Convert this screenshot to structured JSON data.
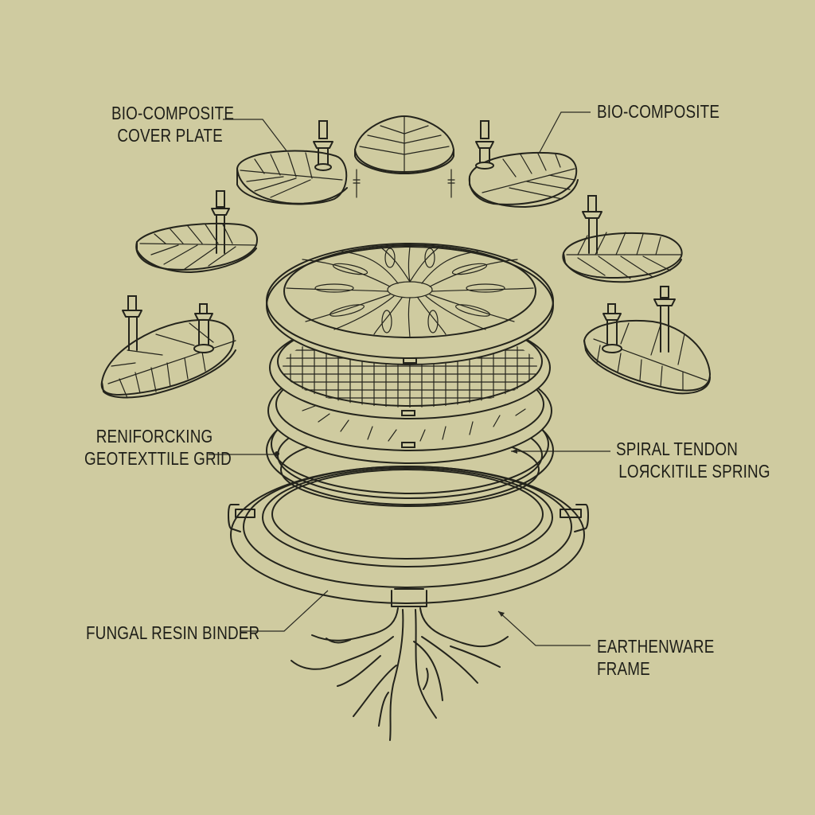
{
  "diagram": {
    "type": "exploded-view technical illustration",
    "subject": "bio-composite manhole cover assembly",
    "background_color": "#cfcba0",
    "ink_color": "#24241c"
  },
  "labels": {
    "cover_plate": {
      "line1": "BIO-COMPOSITE",
      "line2": "COVER PLATE"
    },
    "bio_composite": {
      "line1": "BIO-COMPOSITE"
    },
    "geotextile": {
      "line1": "RENIFORCKING",
      "line2": "GEOTEXTTILE GRID"
    },
    "spiral": {
      "line1": "SPIRAL TENDON",
      "line2": "LOЯCKITILE SPRING"
    },
    "fungal": {
      "line1": "FUNGAL RESIN BINDER"
    },
    "earthenware": {
      "line1": "EARTHENWARE",
      "line2": "FRAME"
    }
  },
  "components": [
    {
      "id": "leaf-plate-top-left",
      "description": "leaf-veined bio-composite plate with threaded bolt"
    },
    {
      "id": "leaf-plate-top-center",
      "description": "leaf-veined dome plate"
    },
    {
      "id": "leaf-plate-top-right",
      "description": "leaf-veined bio-composite plate with threaded bolt"
    },
    {
      "id": "leaf-plate-mid-left",
      "description": "leaf-veined plate with bolt"
    },
    {
      "id": "leaf-plate-mid-right",
      "description": "leaf-veined plate with bolt"
    },
    {
      "id": "leaf-plate-low-left",
      "description": "leaf plate with two bolts"
    },
    {
      "id": "leaf-plate-low-right",
      "description": "leaf plate with two bolts"
    },
    {
      "id": "cover-disc",
      "description": "ornate radial leaf pattern cover"
    },
    {
      "id": "geotextile-grid",
      "description": "grid mesh layer"
    },
    {
      "id": "spiral-ring",
      "description": "ring with radial tendon spokes"
    },
    {
      "id": "spring-ring",
      "description": "lock spring ring"
    },
    {
      "id": "earthenware-frame",
      "description": "outer frame with side handles"
    },
    {
      "id": "fungal-roots",
      "description": "root-like mycelium structure"
    }
  ]
}
